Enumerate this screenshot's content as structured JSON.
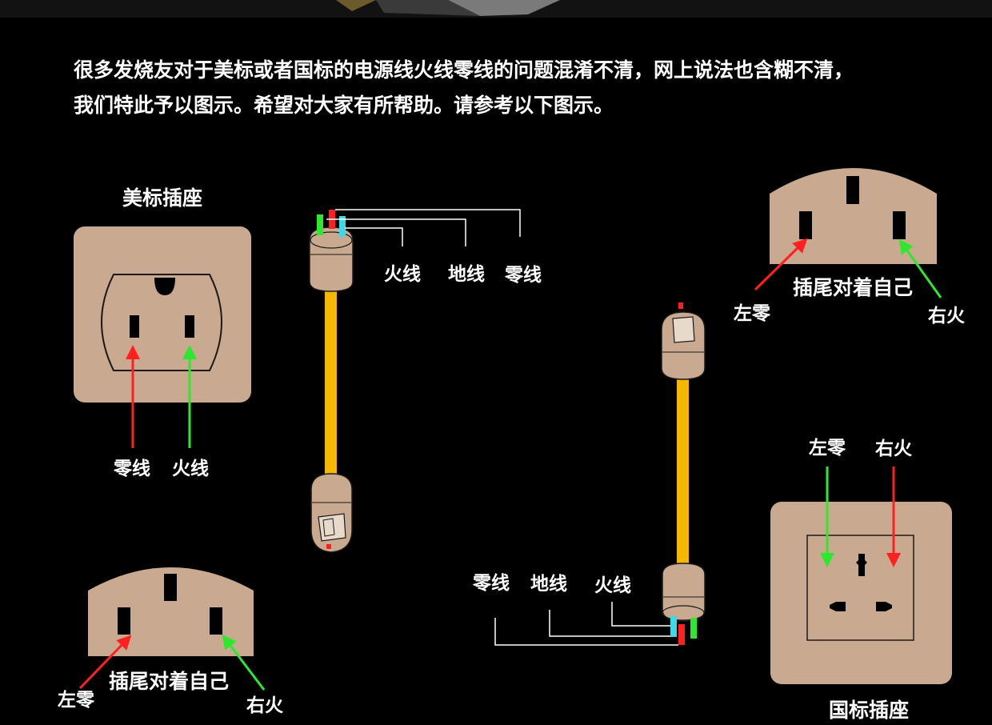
{
  "intro": {
    "line1": "很多发烧友对于美标或者国标的电源线火线零线的问题混淆不清，网上说法也含糊不清，",
    "line2": "我们特此予以图示。希望对大家有所帮助。请参考以下图示。"
  },
  "us_outlet": {
    "title": "美标插座",
    "neutral_label": "零线",
    "live_label": "火线"
  },
  "left_plug_bottom": {
    "caption": "插尾对着自己",
    "left_label": "左零",
    "right_label": "右火"
  },
  "cable_left": {
    "live_label": "火线",
    "ground_label": "地线",
    "neutral_label": "零线"
  },
  "right_plug_top": {
    "caption": "插尾对着自己",
    "left_label": "左零",
    "right_label": "右火"
  },
  "cable_right": {
    "neutral_label": "零线",
    "ground_label": "地线",
    "live_label": "火线"
  },
  "cn_outlet": {
    "title": "国标插座",
    "left_label": "左零",
    "right_label": "右火"
  },
  "colors": {
    "background": "#000000",
    "panel": "#c9a98f",
    "cable": "#f5b800",
    "arrow_red": "#ff2020",
    "arrow_green": "#2ee82e",
    "wire_cyan": "#3fd8e8"
  }
}
